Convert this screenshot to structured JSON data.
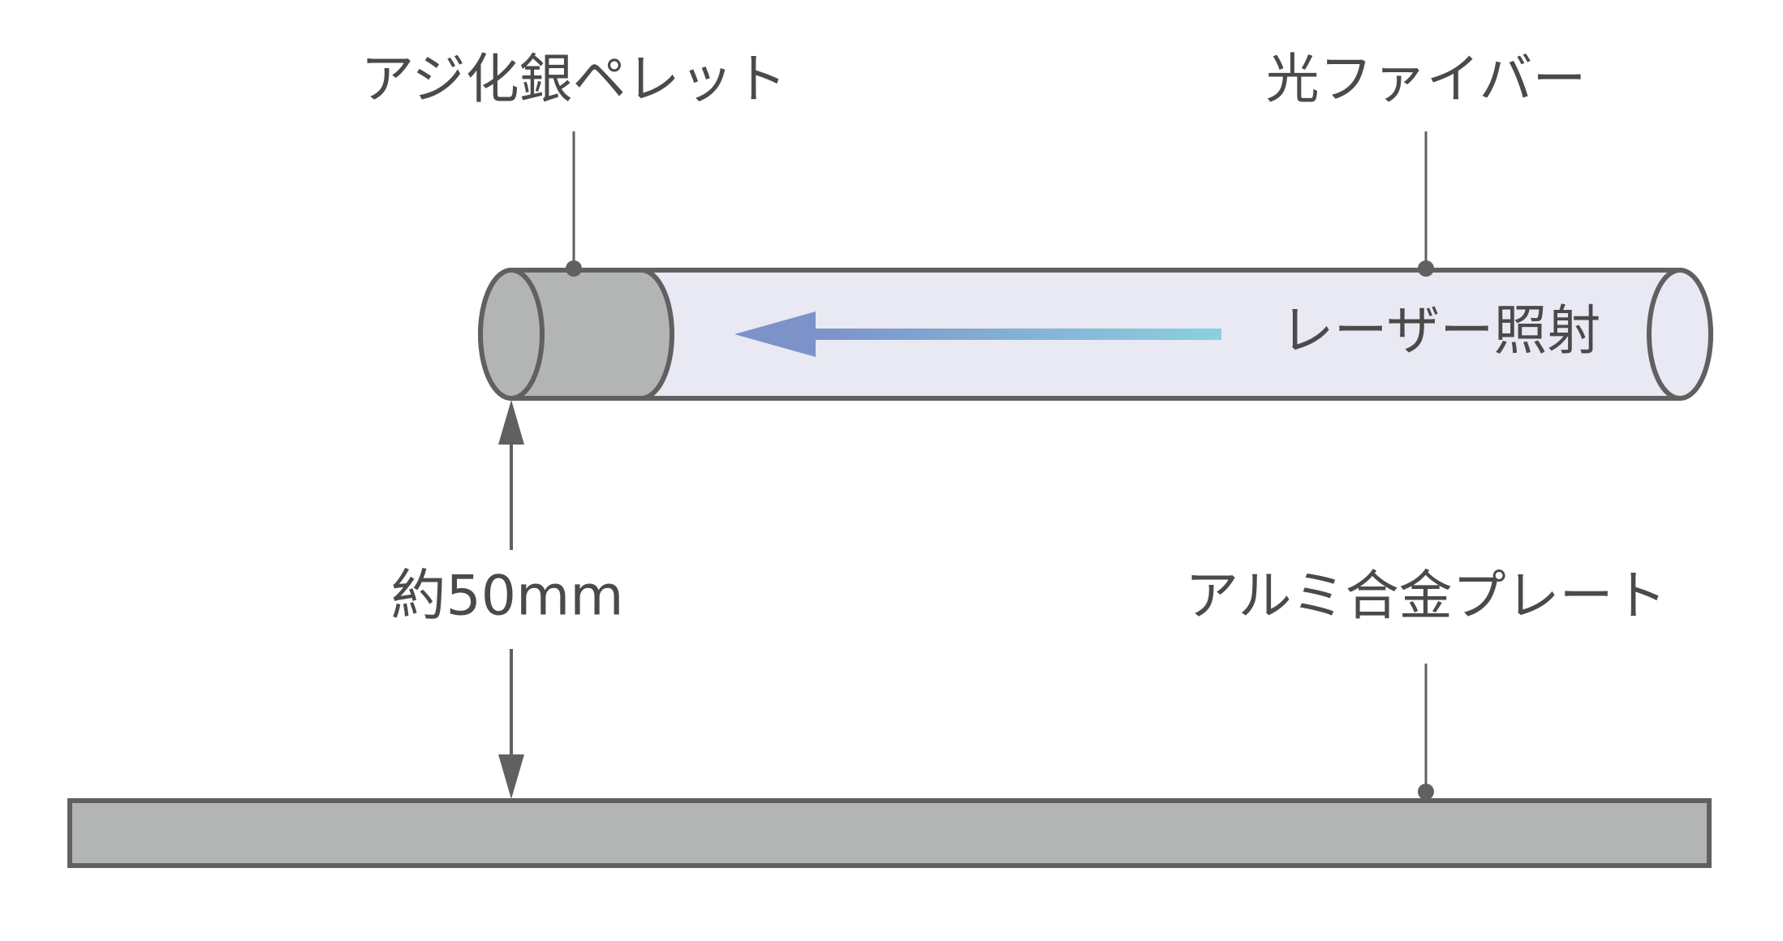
{
  "labels": {
    "pellet": "アジ化銀ペレット",
    "fiber": "光ファイバー",
    "laser": "レーザー照射",
    "distance": "約50mm",
    "plate": "アルミ合金プレート"
  },
  "colors": {
    "outline": "#606060",
    "fiber_fill": "#e8e9f3",
    "pellet_fill": "#b3b4b4",
    "plate_fill": "#b3b4b4",
    "text": "#4a4a4a",
    "arrow_start": "#7c92c9",
    "arrow_end": "#8ccfdf"
  }
}
